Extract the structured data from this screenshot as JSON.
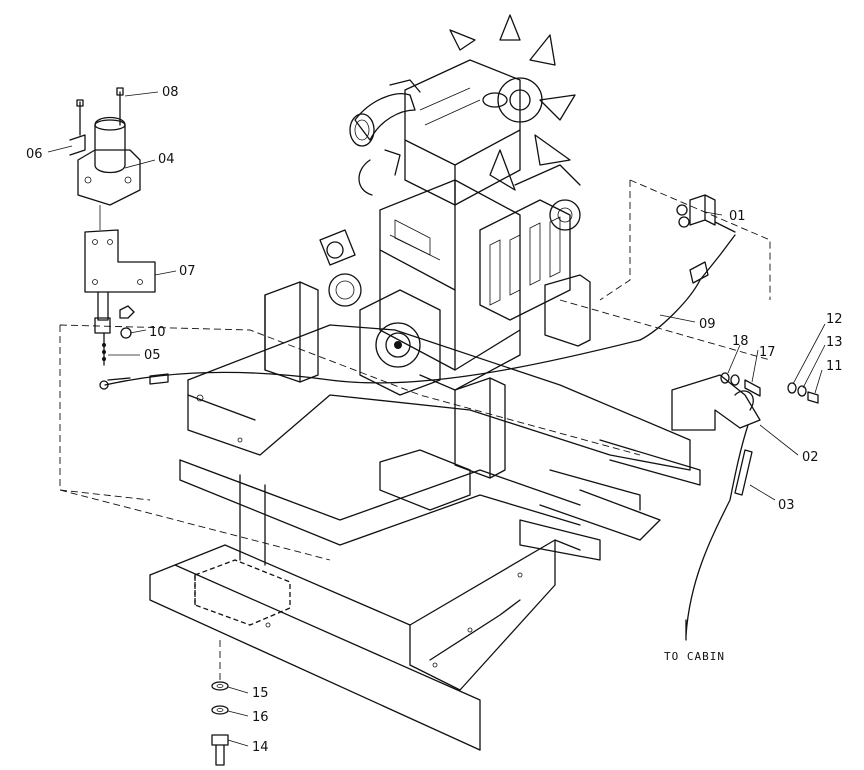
{
  "parts": [
    {
      "id": "p01",
      "number": "01"
    },
    {
      "id": "p02",
      "number": "02"
    },
    {
      "id": "p03",
      "number": "03"
    },
    {
      "id": "p04",
      "number": "04"
    },
    {
      "id": "p05",
      "number": "05"
    },
    {
      "id": "p06",
      "number": "06"
    },
    {
      "id": "p07",
      "number": "07"
    },
    {
      "id": "p08",
      "number": "08"
    },
    {
      "id": "p09",
      "number": "09"
    },
    {
      "id": "p10",
      "number": "10"
    },
    {
      "id": "p11",
      "number": "11"
    },
    {
      "id": "p12",
      "number": "12"
    },
    {
      "id": "p13",
      "number": "13"
    },
    {
      "id": "p14",
      "number": "14"
    },
    {
      "id": "p15",
      "number": "15"
    },
    {
      "id": "p16",
      "number": "16"
    },
    {
      "id": "p17",
      "number": "17"
    },
    {
      "id": "p18",
      "number": "18"
    }
  ],
  "notes": {
    "to_cabin": "TO CABIN"
  }
}
